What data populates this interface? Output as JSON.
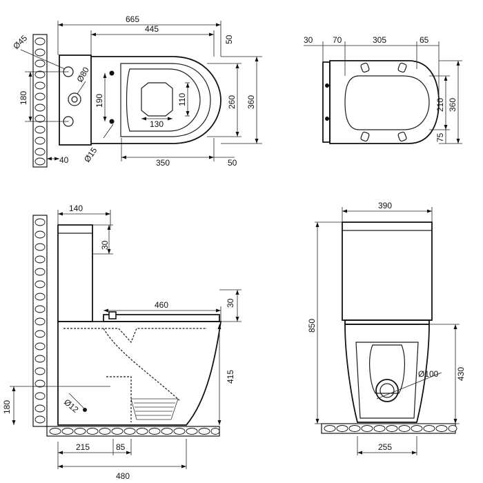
{
  "top_view": {
    "dims": {
      "overall_length": "665",
      "bowl_length": "445",
      "offset_top": "50",
      "tank_hole_dia": "Ø45",
      "inlet_dia": "Ø80",
      "hole_spacing": "180",
      "fix_spacing": "190",
      "bowl_inner_depth": "110",
      "bowl_inner_width": "130",
      "bowl_width": "260",
      "overall_width": "360",
      "fix_hole_dia": "Ø15",
      "wall_offset": "40",
      "outlet_length": "350",
      "rear_offset": "50"
    }
  },
  "seat_view": {
    "dims": {
      "hinge_offset": "30",
      "hinge_width": "70",
      "seat_length": "305",
      "front_offset": "65",
      "seat_inner": "210",
      "seat_width": "360",
      "seat_lower": "75"
    }
  },
  "side_view": {
    "dims": {
      "tank_depth": "140",
      "lid_height": "30",
      "seat_height_offset": "30",
      "bowl_depth": "460",
      "bowl_height": "415",
      "outlet_height": "180",
      "pipe_dia": "Ø12",
      "wall_to_outlet": "215",
      "outlet_spacing": "85",
      "total_depth": "480"
    }
  },
  "front_view": {
    "dims": {
      "tank_width": "390",
      "total_height": "850",
      "outlet_height": "430",
      "outlet_dia": "Ø100",
      "base_width": "255"
    }
  }
}
